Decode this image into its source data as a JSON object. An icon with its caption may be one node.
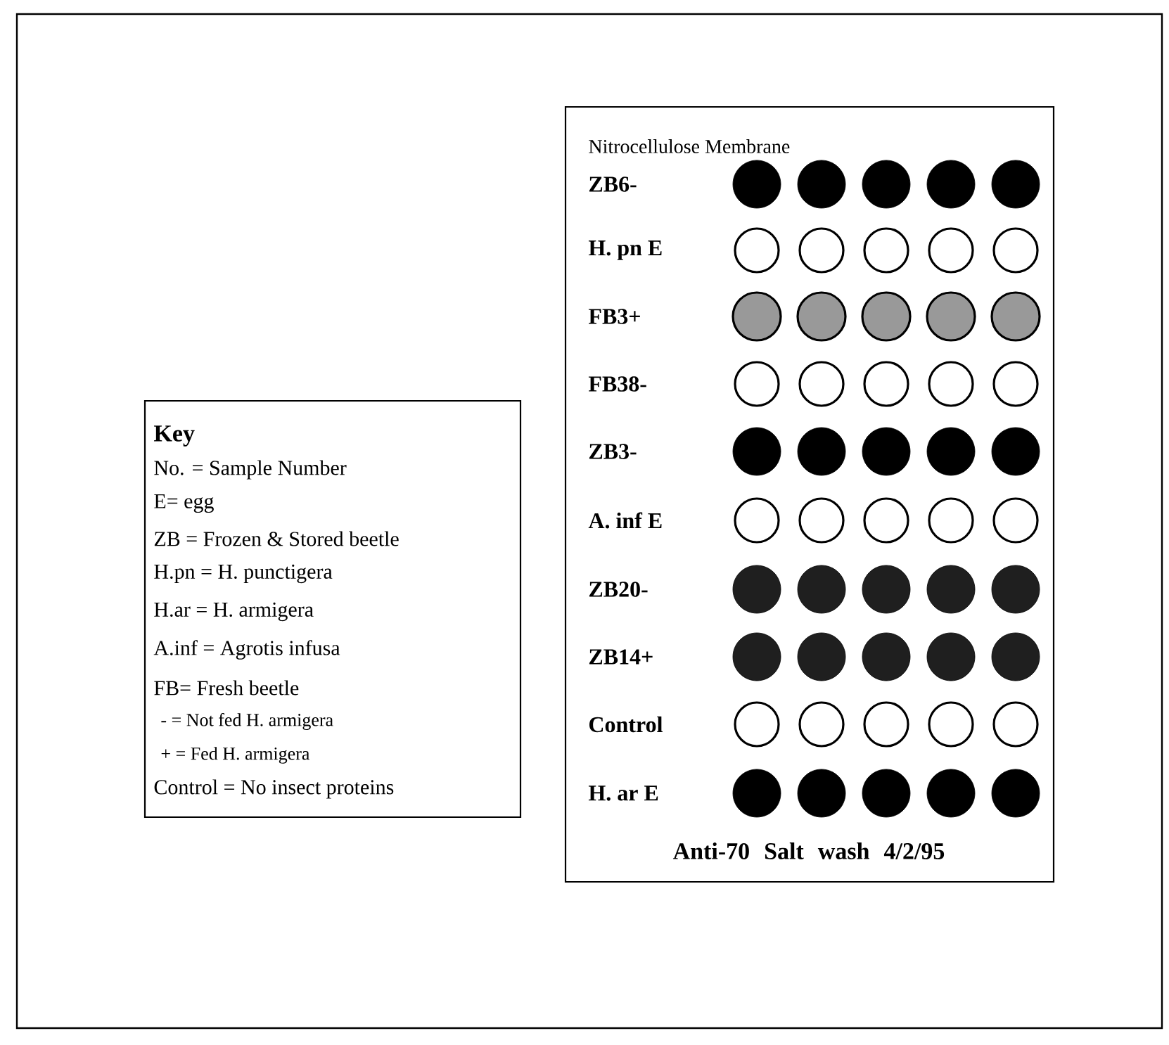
{
  "diagram": {
    "nodes": [
      {
        "text": [
          "Key",
          "No. = Sample Number",
          "E= egg",
          "ZB = Frozen & Stored beetle",
          "H.pn = H. punctigera",
          "H.ar = H. armigera",
          "A.inf = Agrotis infusa",
          "FB= Fresh beetle",
          "- = Not fed H. armigera",
          "+ = Fed H. armigera",
          "Control = No insect proteins"
        ]
      },
      {
        "text": [
          "Nitrocellulose Membrane",
          "Anti-70 Salt wash 4/2/95"
        ]
      }
    ],
    "labels": [
      "ZB6-",
      "H. pn E",
      "FB3+",
      "FB38-",
      "ZB3-",
      "A. inf E",
      "ZB20-",
      "ZB14+",
      "Control",
      "H. ar E"
    ]
  }
}
